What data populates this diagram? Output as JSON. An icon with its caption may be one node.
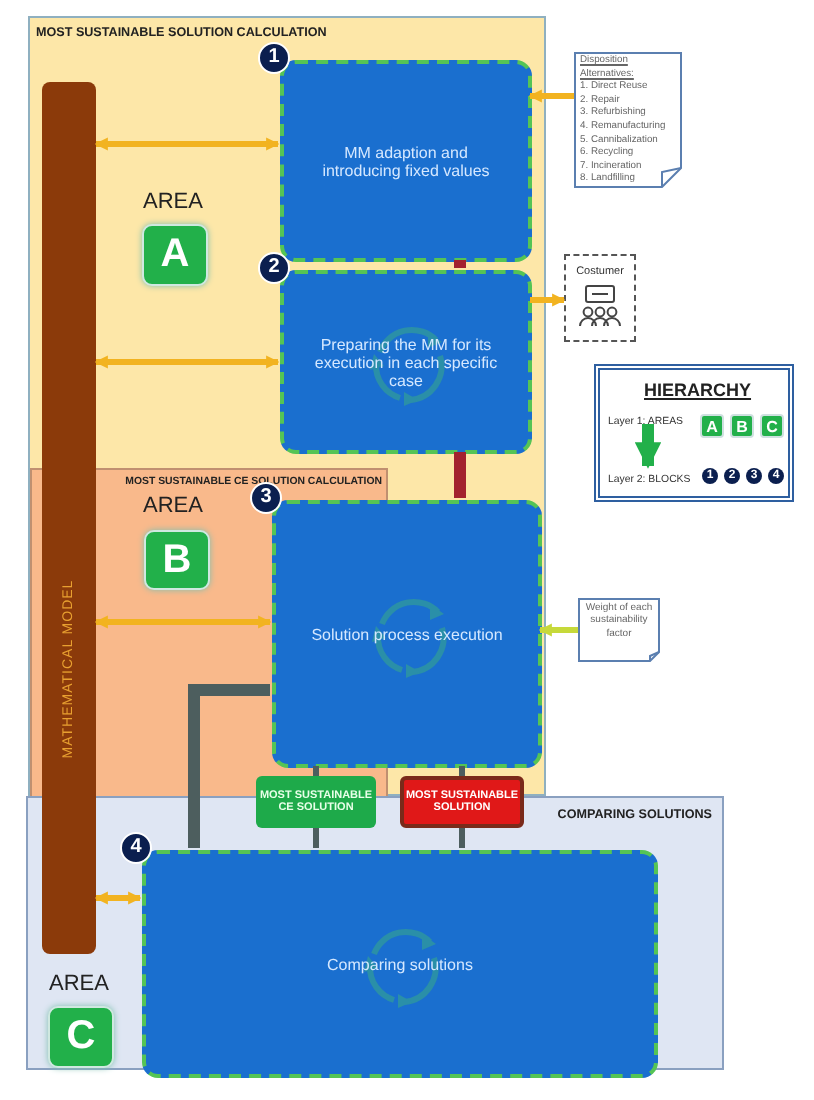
{
  "diagram": {
    "nodes": [
      {
        "text": [
          "MOST SUSTAINABLE SOLUTION CALCULATION"
        ]
      },
      {
        "text": [
          "MOST SUSTAINABLE CE SOLUTION CALCULATION"
        ],
        "in": 0
      },
      {
        "text": [
          "MATHEMATICAL MODEL"
        ]
      },
      {
        "text": [
          "MM adaption and introducing fixed values"
        ],
        "beside": [
          "1"
        ],
        "in": 0
      },
      {
        "text": [
          "A"
        ],
        "beside": [
          "AREA"
        ],
        "in": 0
      },
      {
        "text": [
          "Preparing the MM for its execution in each specific case"
        ],
        "beside": [
          "2"
        ],
        "in": 0
      },
      {
        "text": [
          "B"
        ],
        "beside": [
          "AREA"
        ],
        "in": 1
      },
      {
        "text": [
          "Solution process execution"
        ],
        "beside": [
          "3"
        ],
        "in": 0
      },
      {
        "text": [
          "MOST SUSTAINABLE CE SOLUTION"
        ]
      },
      {
        "text": [
          "MOST SUSTAINABLE SOLUTION"
        ]
      },
      {
        "text": [
          "COMPARING SOLUTIONS"
        ]
      },
      {
        "text": [
          "Comparing solutions"
        ],
        "beside": [
          "4"
        ],
        "in": 10
      },
      {
        "text": [
          "C"
        ],
        "beside": [
          "AREA"
        ],
        "in": 10
      },
      {
        "text": [
          "Disposition Alternatives:",
          "1. Direct Reuse",
          "2. Repair",
          "3. Refurbishing",
          "4. Remanufacturing",
          "5. Cannibalization",
          "6. Recycling",
          "7. Incineration",
          "8. Landfilling"
        ]
      },
      {
        "text": [
          "Costumer"
        ]
      },
      {
        "text": [
          "Weight of each sustainability factor"
        ]
      },
      {
        "text": [
          "HIERARCHY"
        ]
      },
      {
        "text": [
          "A"
        ],
        "in": 16
      },
      {
        "text": [
          "B"
        ],
        "in": 16
      },
      {
        "text": [
          "C"
        ],
        "in": 16
      },
      {
        "text": [
          "1"
        ],
        "in": 16
      },
      {
        "text": [
          "2"
        ],
        "in": 16
      },
      {
        "text": [
          "3"
        ],
        "in": 16
      },
      {
        "text": [
          "4"
        ],
        "in": 16
      },
      {
        "text": [
          "Layer 1: AREAS"
        ],
        "in": 16
      },
      {
        "text": [
          "Layer 2: BLOCKS"
        ],
        "in": 16
      }
    ],
    "edges": [
      {
        "from": 2,
        "to": 3,
        "arrow": "both"
      },
      {
        "from": 2,
        "to": 5,
        "arrow": "both"
      },
      {
        "from": 2,
        "to": 7,
        "arrow": "both"
      },
      {
        "from": 2,
        "to": 11,
        "arrow": "both"
      },
      {
        "from": 13,
        "to": 3,
        "arrow": "to"
      },
      {
        "from": 5,
        "to": 14,
        "arrow": "to"
      },
      {
        "from": 15,
        "to": 7,
        "arrow": "to",
        "color": "#c6d93a"
      },
      {
        "from": 3,
        "to": 5,
        "arrow": "none",
        "style": "thick",
        "color": "#a3222f"
      },
      {
        "from": 5,
        "to": 7,
        "arrow": "none",
        "style": "thick",
        "color": "#a3222f"
      },
      {
        "from": 7,
        "to": 8,
        "arrow": "none",
        "color": "#4d5e5e"
      },
      {
        "from": 7,
        "to": 9,
        "arrow": "none",
        "color": "#4d5e5e"
      },
      {
        "from": 8,
        "to": 11,
        "arrow": "none",
        "color": "#4d5e5e"
      },
      {
        "from": 9,
        "to": 11,
        "arrow": "none",
        "color": "#4d5e5e"
      },
      {
        "from": 7,
        "to": 11,
        "arrow": "none",
        "style": "thick",
        "color": "#4d5e5e"
      },
      {
        "from": 24,
        "to": 25,
        "arrow": "to",
        "style": "thick",
        "color": "#22b04a"
      }
    ]
  }
}
